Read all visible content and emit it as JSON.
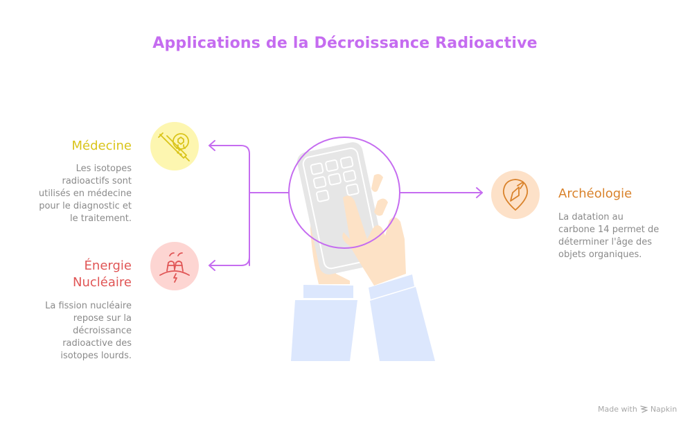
{
  "title": "Applications de la Décroissance Radioactive",
  "colors": {
    "title": "#c56cf0",
    "connector": "#c56cf0",
    "medecine": "#d9c41a",
    "medecine_bg": "#fdf6b0",
    "energie": "#e05555",
    "energie_bg": "#fdd5d2",
    "archeologie": "#d9822b",
    "archeologie_bg": "#fde1c8",
    "description": "#8a8a8a",
    "hand": "#fde2c6",
    "sleeve": "#dce7fd",
    "device": "#e6e6e6"
  },
  "items": [
    {
      "id": "medecine",
      "heading": "Médecine",
      "icon": "syringe-cell-icon",
      "description": [
        "Les isotopes",
        "radioactifs sont",
        "utilisés en médecine",
        "pour le diagnostic et",
        "le traitement."
      ]
    },
    {
      "id": "energie",
      "heading_lines": [
        "Énergie",
        "Nucléaire"
      ],
      "icon": "nuclear-plant-icon",
      "description": [
        "La fission nucléaire",
        "repose sur la",
        "décroissance",
        "radioactive des",
        "isotopes lourds."
      ]
    },
    {
      "id": "archeologie",
      "heading": "Archéologie",
      "icon": "trowel-location-icon",
      "description": [
        "La datation au",
        "carbone 14 permet de",
        "déterminer l'âge des",
        "objets organiques."
      ]
    }
  ],
  "center_illustration": "hands-holding-device",
  "footer": {
    "made_with": "Made with",
    "brand": "Napkin"
  }
}
